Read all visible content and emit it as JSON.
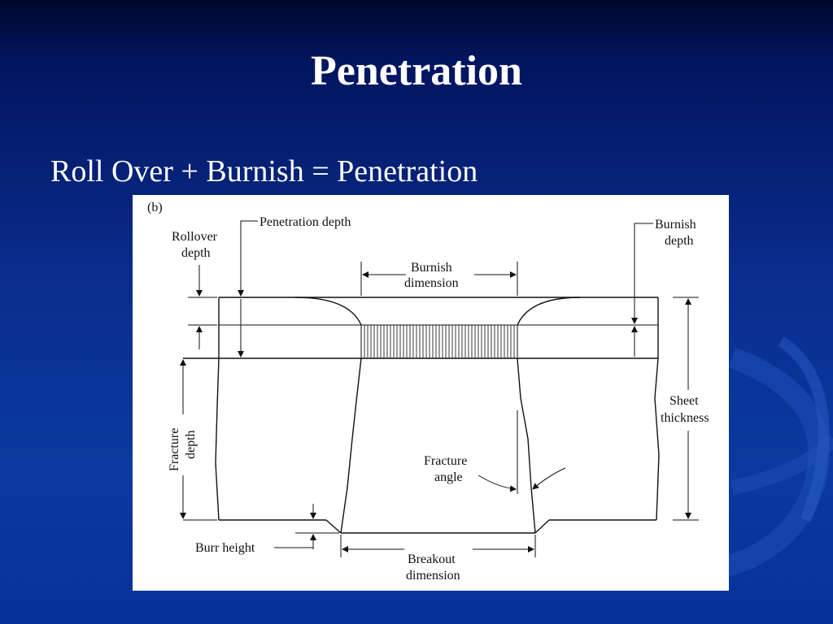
{
  "slide": {
    "title": "Penetration",
    "subtitle": "Roll Over + Burnish = Penetration"
  },
  "figure": {
    "panel_tag": "(b)",
    "labels": {
      "penetration_depth": "Penetration depth",
      "rollover_line1": "Rollover",
      "rollover_line2": "depth",
      "burnish_depth_line1": "Burnish",
      "burnish_depth_line2": "depth",
      "burnish_dim_line1": "Burnish",
      "burnish_dim_line2": "dimension",
      "sheet_line1": "Sheet",
      "sheet_line2": "thickness",
      "fracture_depth_line1": "Fracture",
      "fracture_depth_line2": "depth",
      "fracture_angle_line1": "Fracture",
      "fracture_angle_line2": "angle",
      "burr_height": "Burr height",
      "breakout_line1": "Breakout",
      "breakout_line2": "dimension"
    }
  },
  "colors": {
    "background_top": "#00082e",
    "background_bottom": "#0a3aa0",
    "text": "#ffffff"
  }
}
